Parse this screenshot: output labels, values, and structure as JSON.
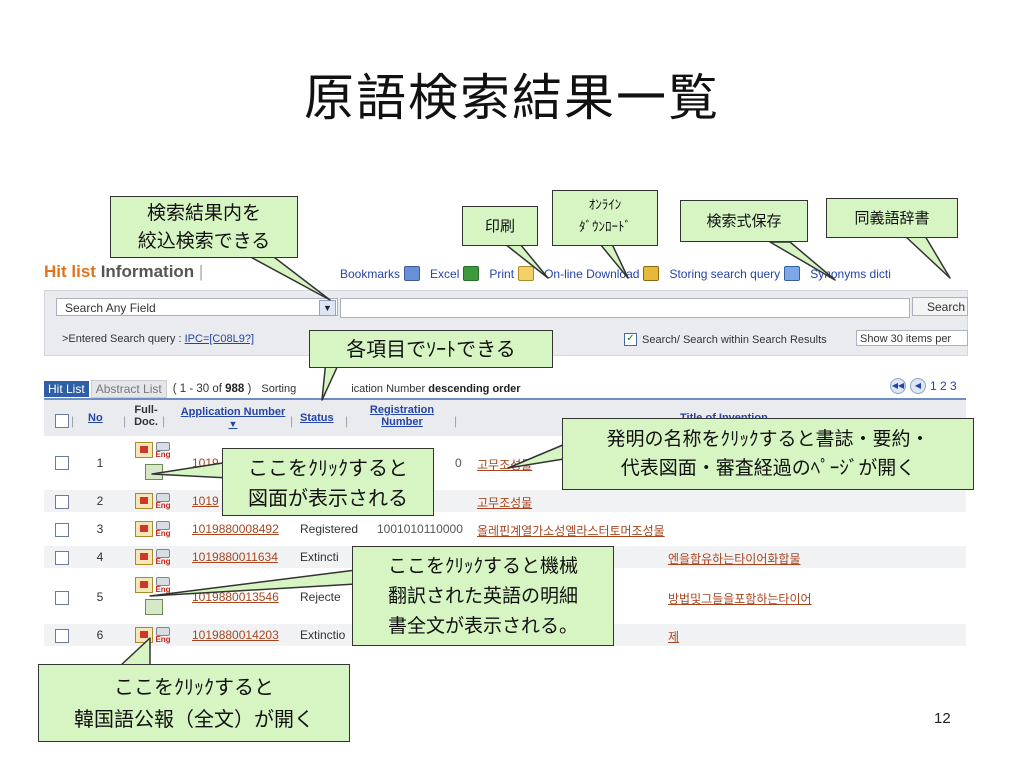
{
  "slide": {
    "title": "原語検索結果一覧",
    "page_number": "12"
  },
  "header": {
    "hit_list": "Hit list",
    "information": "Information",
    "bar": "|"
  },
  "toolbar": {
    "bookmarks": "Bookmarks",
    "excel": "Excel",
    "print": "Print",
    "online_download": "On-line Download",
    "storing_query": "Storing search query",
    "synonyms": "Synonyms dicti"
  },
  "search": {
    "field_selected": "Search Any Field",
    "button_label": "Search",
    "entered_label": ">Entered Search query :",
    "entered_query": "IPC=[C08L9?]",
    "within_label": "Search/ Search within Search Results",
    "show_per": "Show 30 items per"
  },
  "tabs": {
    "hit_list": "Hit List",
    "abstract_list": "Abstract List",
    "count_prefix": "( 1 - 30  of ",
    "count_total": "988",
    "count_suffix": " )",
    "sorting_prefix": "Sorting",
    "sorting_field": "ication Number",
    "sorting_order": "descending order"
  },
  "pager": {
    "pages": "1 2 3"
  },
  "columns": {
    "no": "No",
    "full_doc": "Full-\nDoc.",
    "application_number": "Application Number",
    "status": "Status",
    "registration_number": "Registration Number",
    "title": "Title of Invention"
  },
  "rows": [
    {
      "no": "1",
      "app": "1019",
      "status": "",
      "reg": "0",
      "title": "고무조성물"
    },
    {
      "no": "2",
      "app": "1019",
      "status": "",
      "reg": "",
      "title": "고무조성물"
    },
    {
      "no": "3",
      "app": "1019880008492",
      "status": "Registered",
      "reg": "1001010110000",
      "title": "올레핀계열가소성엘라스터토머조성물"
    },
    {
      "no": "4",
      "app": "1019880011634",
      "status": "Extincti",
      "reg": "",
      "title": "엔을함유하는타이어화합물"
    },
    {
      "no": "5",
      "app": "1019880013546",
      "status": "Rejecte",
      "reg": "",
      "title": "방법및그들을포함하는타이어"
    },
    {
      "no": "6",
      "app": "1019880014203",
      "status": "Extinctio",
      "reg": "",
      "title": "제"
    }
  ],
  "callouts": {
    "refine": "検索結果内を\n絞込検索できる",
    "print": "印刷",
    "download": "ｵﾝﾗｲﾝ\nﾀﾞｳﾝﾛｰﾄﾞ",
    "save_query": "検索式保存",
    "synonym": "同義語辞書",
    "sort": "各項目でｿｰﾄできる",
    "title_click": "発明の名称をｸﾘｯｸすると書誌・要約・\n代表図面・審査経過のﾍﾟｰｼﾞが開く",
    "figure_click": "ここをｸﾘｯｸすると\n図面が表示される",
    "translation": "ここをｸﾘｯｸすると機械\n翻訳された英語の明細\n書全文が表示される。",
    "korean_pdf": "ここをｸﾘｯｸすると\n韓国語公報（全文）が開く"
  }
}
